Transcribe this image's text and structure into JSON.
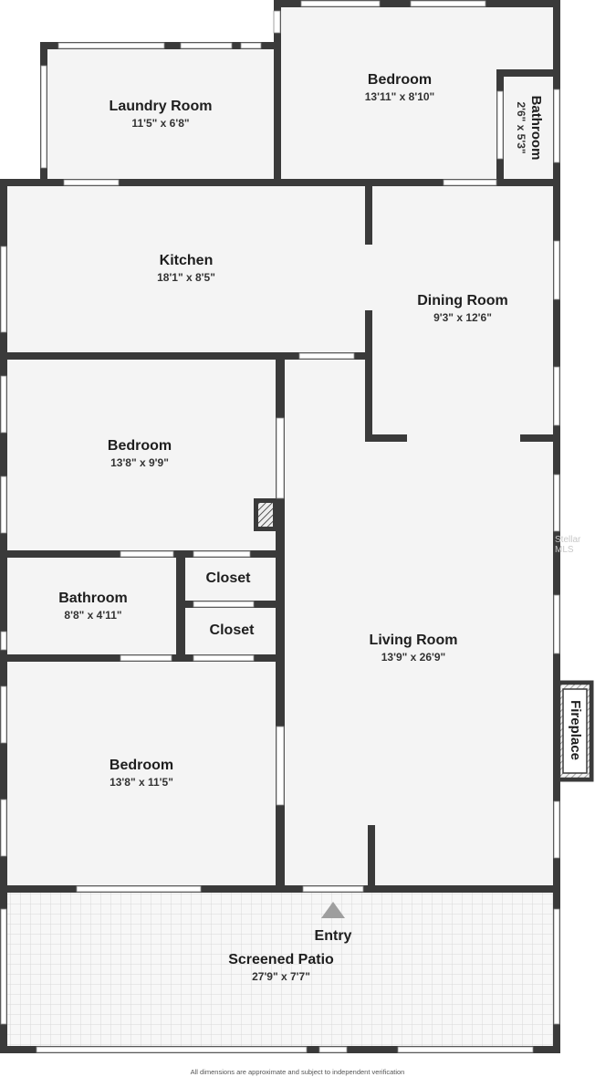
{
  "rooms": {
    "bedroom_top": {
      "name": "Bedroom",
      "dims": "13'11\" x 8'10\""
    },
    "bathroom_top": {
      "name": "Bathroom",
      "dims": "2'6\" x 5'3\""
    },
    "laundry": {
      "name": "Laundry Room",
      "dims": "11'5\" x 6'8\""
    },
    "kitchen": {
      "name": "Kitchen",
      "dims": "18'1\" x 8'5\""
    },
    "dining": {
      "name": "Dining Room",
      "dims": "9'3\" x 12'6\""
    },
    "bedroom_mid": {
      "name": "Bedroom",
      "dims": "13'8\" x 9'9\""
    },
    "bathroom_mid": {
      "name": "Bathroom",
      "dims": "8'8\" x 4'11\""
    },
    "closet_1": {
      "name": "Closet"
    },
    "closet_2": {
      "name": "Closet"
    },
    "living": {
      "name": "Living Room",
      "dims": "13'9\" x 26'9\""
    },
    "bedroom_bottom": {
      "name": "Bedroom",
      "dims": "13'8\" x 11'5\""
    },
    "fireplace": {
      "name": "Fireplace"
    },
    "patio": {
      "name": "Screened Patio",
      "dims": "27'9\" x 7'7\""
    }
  },
  "entry_label": "Entry",
  "footer_note": "All dimensions are approximate and subject to independent verification",
  "watermark": "Stellar MLS",
  "colors": {
    "wall": "#3a3a3a",
    "floor": "#f4f4f4",
    "patio_grid": "#dcdcdc",
    "entry_arrow": "#9e9e9e"
  }
}
